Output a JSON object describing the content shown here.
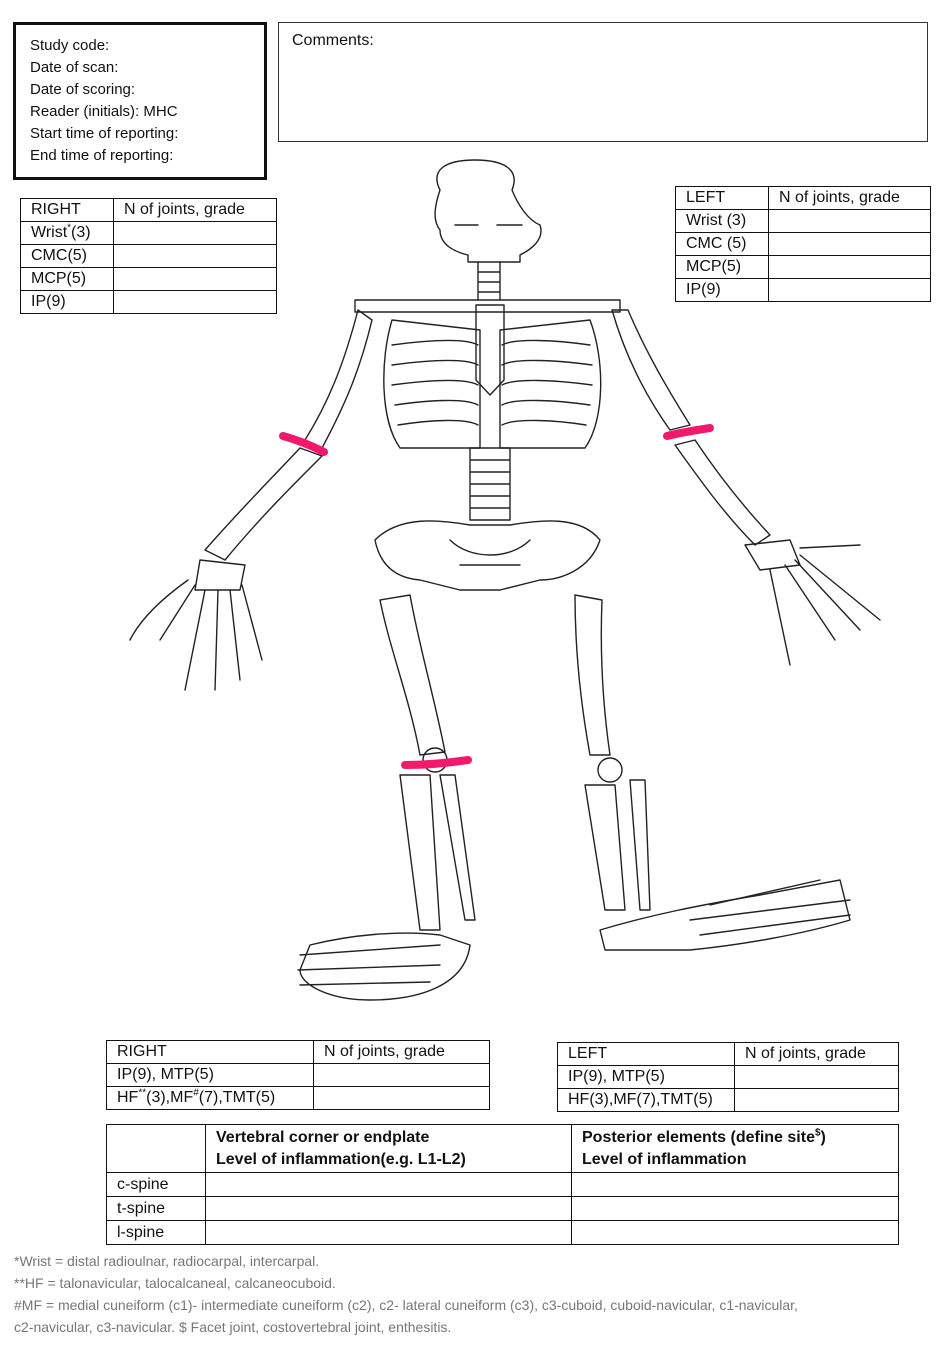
{
  "header": {
    "study_code": "Study code:",
    "date_of_scan": "Date of scan:",
    "date_of_scoring": "Date of scoring:",
    "reader": "Reader (initials):  MHC",
    "start_time": "Start time of reporting:",
    "end_time": "End time of reporting:",
    "comments_label": "Comments:"
  },
  "right_hand": {
    "col1": "RIGHT",
    "col2": "N of joints, grade",
    "rows": [
      "Wrist",
      "CMC(5)",
      "MCP(5)",
      "IP(9)"
    ],
    "wrist_sup": "*",
    "wrist_suffix": "(3)"
  },
  "left_hand": {
    "col1": "LEFT",
    "col2": "N of joints, grade",
    "rows": [
      "Wrist (3)",
      "CMC (5)",
      "MCP(5)",
      "IP(9)"
    ]
  },
  "right_foot": {
    "col1": "RIGHT",
    "col2": "N of joints, grade",
    "row1": "IP(9), MTP(5)",
    "row2_a": "HF",
    "row2_sup1": "**",
    "row2_b": "(3),MF",
    "row2_sup2": "#",
    "row2_c": "(7),TMT(5)"
  },
  "left_foot": {
    "col1": "LEFT",
    "col2": "N of joints, grade",
    "row1": "IP(9), MTP(5)",
    "row2": "HF(3),MF(7),TMT(5)"
  },
  "spine": {
    "head_vertebral_1": "Vertebral corner or endplate",
    "head_vertebral_2": "Level of inflammation(e.g. L1-L2)",
    "head_posterior_1a": "Posterior elements (define site",
    "head_posterior_sup": "$",
    "head_posterior_1b": ")",
    "head_posterior_2": "Level of inflammation",
    "rows": [
      "c-spine",
      "t-spine",
      "l-spine"
    ]
  },
  "footnotes": [
    "*Wrist = distal radioulnar, radiocarpal, intercarpal.",
    "**HF = talonavicular, talocalcaneal, calcaneocuboid.",
    "#MF = medial cuneiform (c1)- intermediate cuneiform (c2), c2- lateral cuneiform (c3), c3-cuboid, cuboid-navicular, c1-navicular,",
    "c2-navicular, c3-navicular. $ Facet joint, costovertebral joint, enthesitis."
  ],
  "colors": {
    "highlight": "#f0196b",
    "line": "#222222",
    "footnote": "#777777"
  },
  "illustration": "skeleton-drawing"
}
